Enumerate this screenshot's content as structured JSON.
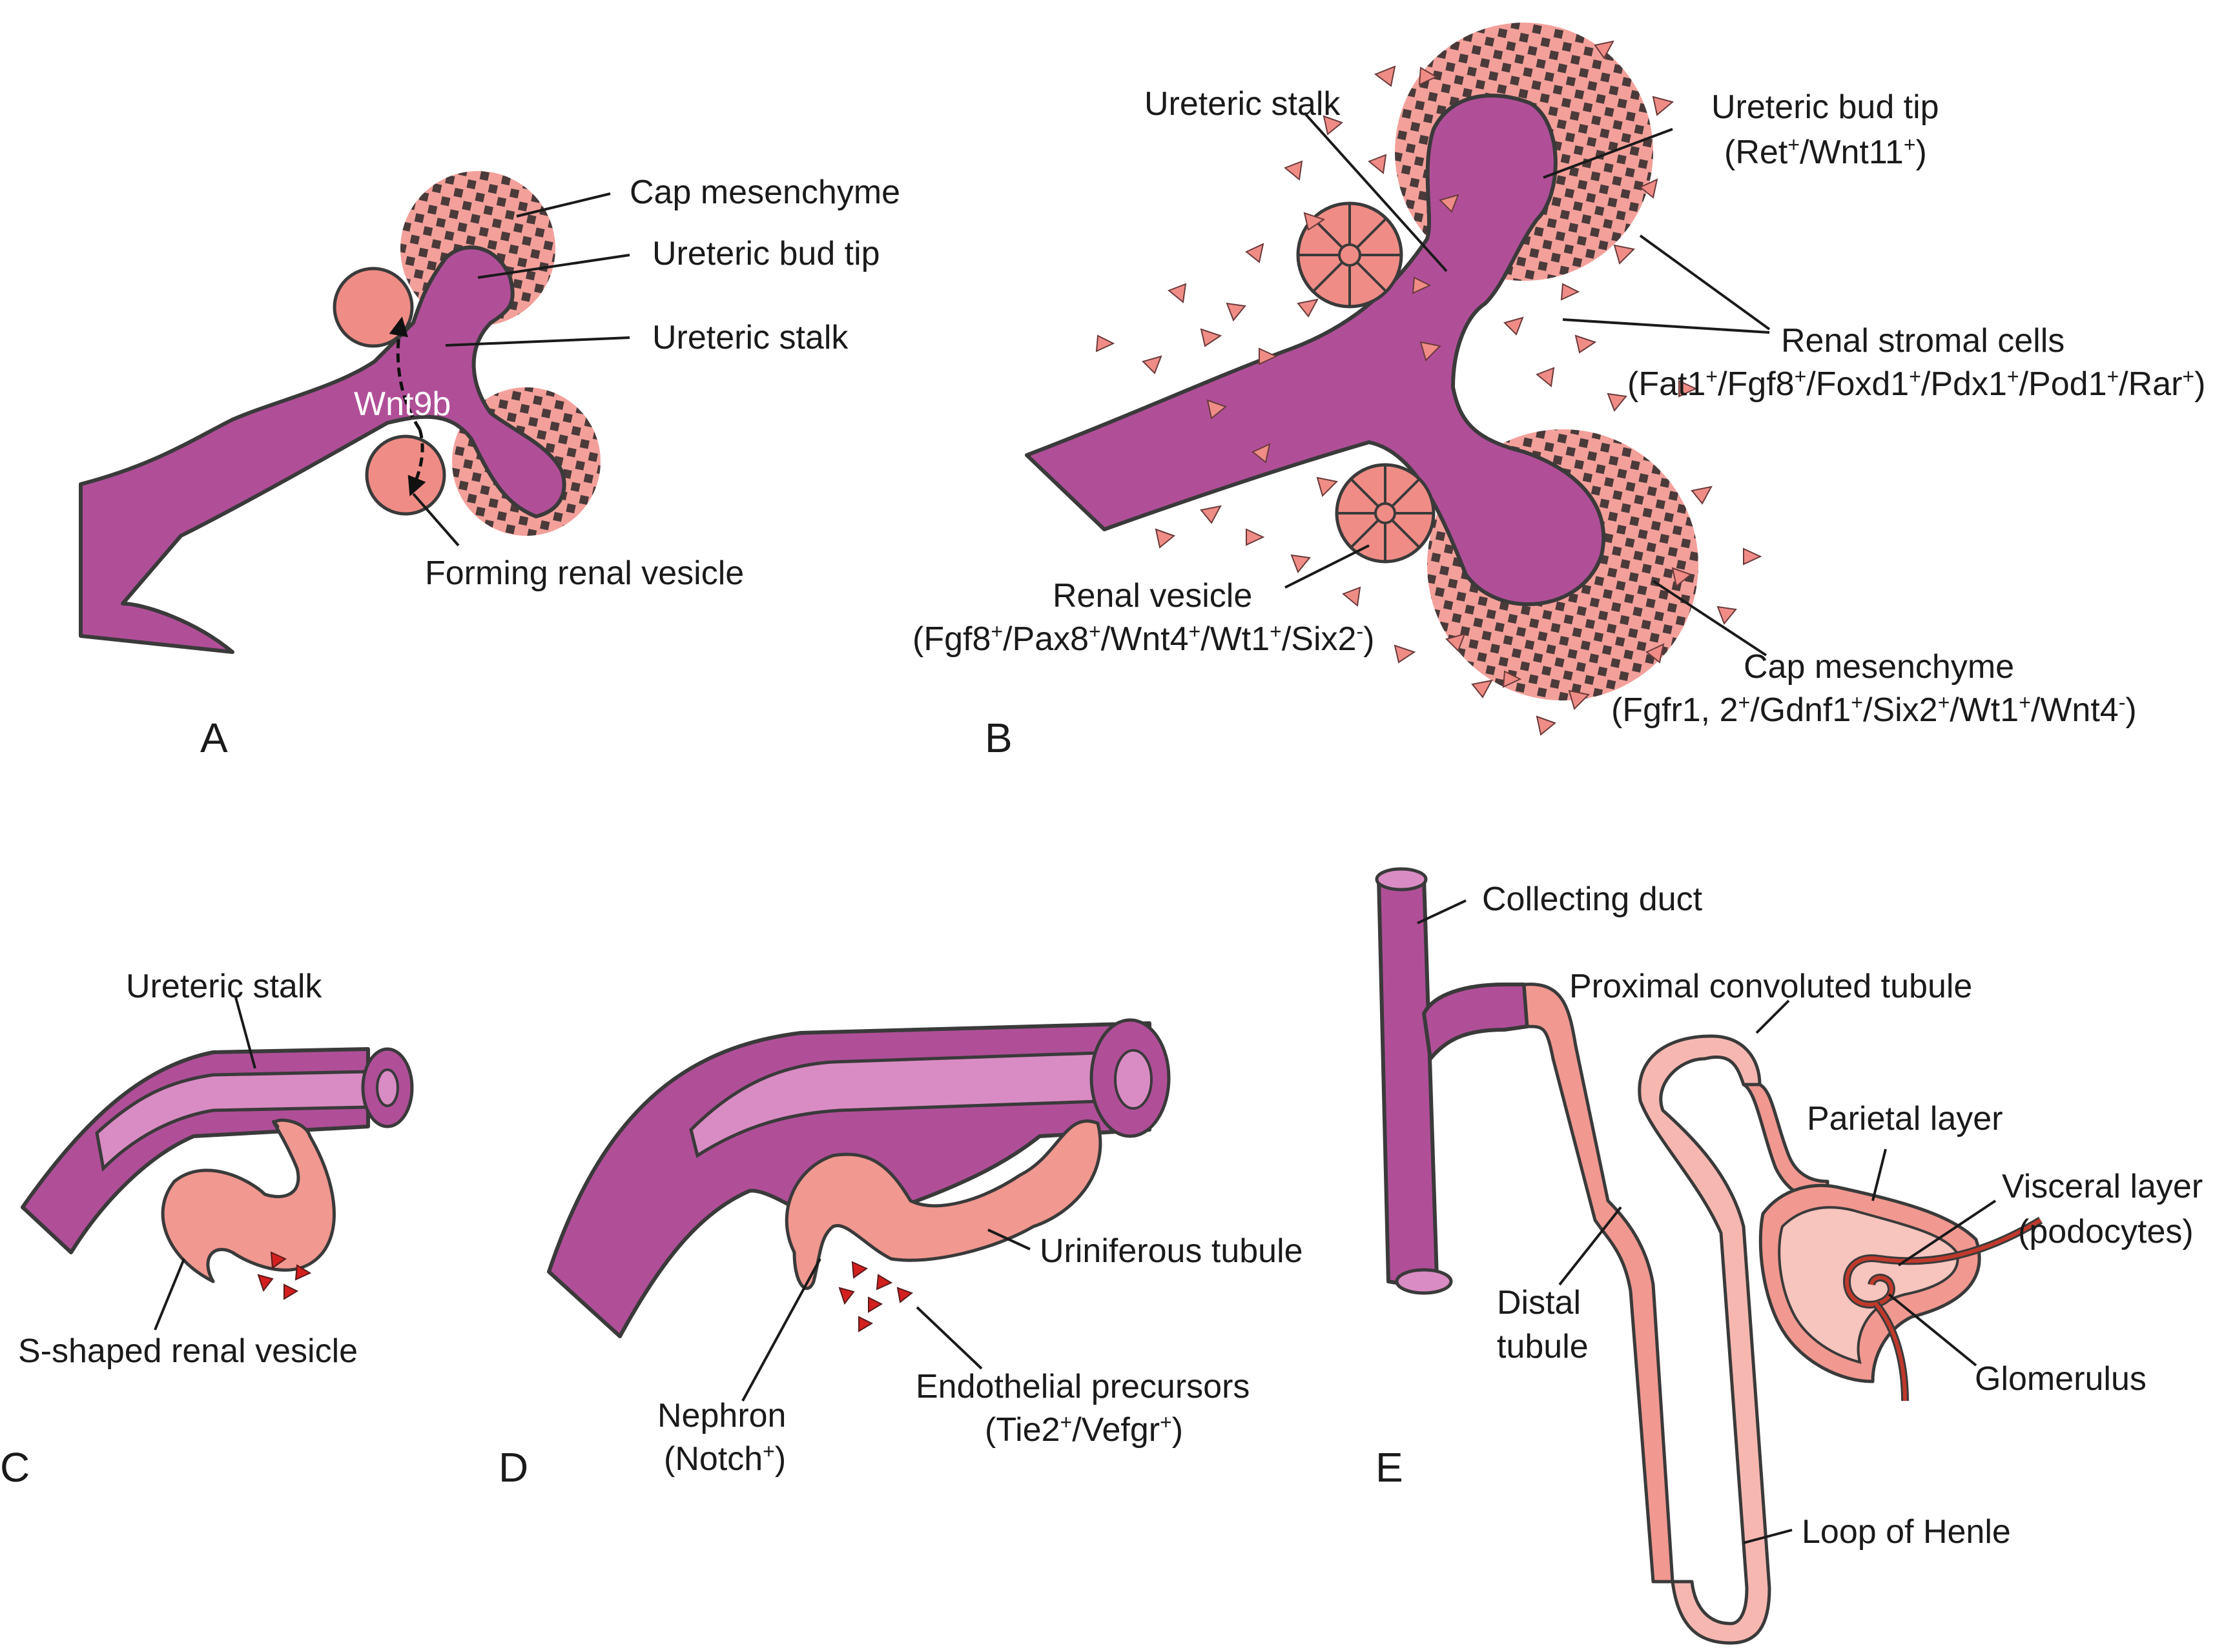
{
  "panels": {
    "A": {
      "letter": "A",
      "cap_mesenchyme": "Cap mesenchyme",
      "ureteric_bud_tip": "Ureteric bud tip",
      "ureteric_stalk": "Ureteric stalk",
      "signal": "Wnt9b",
      "forming_renal_vesicle": "Forming renal vesicle"
    },
    "B": {
      "letter": "B",
      "ureteric_stalk": "Ureteric stalk",
      "ureteric_bud_tip": "Ureteric bud tip",
      "ureteric_bud_tip_markers": {
        "open": "(Ret",
        "m1": "/Wnt11",
        "close": ")"
      },
      "renal_stromal_cells": "Renal stromal cells",
      "renal_stromal_markers": [
        "(Fat1",
        "/Fgf8",
        "/Foxd1",
        "/Pdx1",
        "/Pod1",
        "/Rar",
        ")"
      ],
      "renal_vesicle": "Renal vesicle",
      "renal_vesicle_markers": [
        "(Fgf8",
        "/Pax8",
        "/Wnt4",
        "/Wt1",
        "/Six2",
        ")"
      ],
      "cap_mesenchyme": "Cap mesenchyme",
      "cap_mesenchyme_markers": [
        "(Fgfr1, 2",
        "/Gdnf1",
        "/Six2",
        "/Wt1",
        "/Wnt4",
        ")"
      ]
    },
    "C": {
      "letter": "C",
      "ureteric_stalk": "Ureteric stalk",
      "s_shaped": "S-shaped renal vesicle"
    },
    "D": {
      "letter": "D",
      "uriniferous_tubule": "Uriniferous tubule",
      "nephron": "Nephron",
      "nephron_marker": "(Notch",
      "nephron_close": ")",
      "endothelial": "Endothelial precursors",
      "endothelial_markers": [
        "(Tie2",
        "/Vefgr",
        ")"
      ]
    },
    "E": {
      "letter": "E",
      "collecting_duct": "Collecting duct",
      "proximal": "Proximal convoluted tubule",
      "parietal": "Parietal layer",
      "visceral": "Visceral layer",
      "podocytes": "(podocytes)",
      "distal_1": "Distal",
      "distal_2": "tubule",
      "glomerulus": "Glomerulus",
      "loop": "Loop of Henle"
    }
  },
  "superscripts": {
    "plus": "+",
    "minus": "-"
  },
  "colors": {
    "duct": "#b04f98",
    "duct_lumen": "#d98cc3",
    "mesenchyme": "#f08c86",
    "checker": "#4a3a3a",
    "endothelial": "#d41f1f",
    "glomerulus": "#c0392b"
  }
}
